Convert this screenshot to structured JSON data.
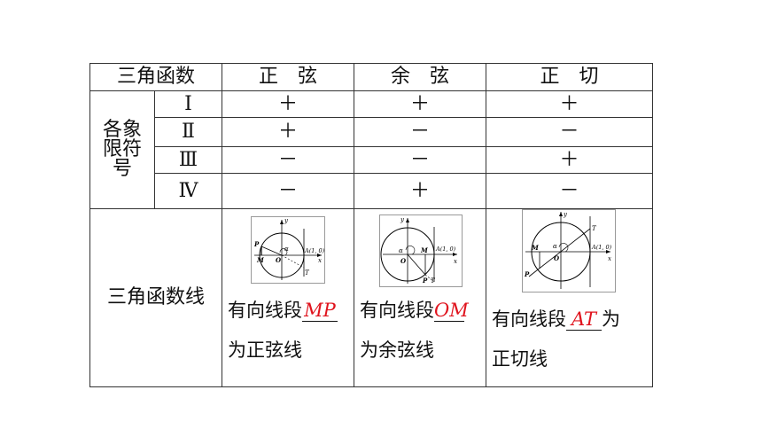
{
  "header": {
    "col0": "三角函数",
    "col_sin": "正　弦",
    "col_cos": "余　弦",
    "col_tan": "正　切"
  },
  "quadrant_label": [
    "各象",
    "限符",
    "号"
  ],
  "rows": [
    {
      "quadrant": "Ⅰ",
      "sin": "＋",
      "cos": "＋",
      "tan": "＋"
    },
    {
      "quadrant": "Ⅱ",
      "sin": "＋",
      "cos": "－",
      "tan": "－"
    },
    {
      "quadrant": "Ⅲ",
      "sin": "－",
      "cos": "－",
      "tan": "＋"
    },
    {
      "quadrant": "Ⅳ",
      "sin": "－",
      "cos": "＋",
      "tan": "－"
    }
  ],
  "lines_row": {
    "label": "三角函数线",
    "sin": {
      "prefix": "有向线段",
      "answer": "MP",
      "line2": "为正弦线"
    },
    "cos": {
      "prefix": "有向线段",
      "answer": "OM",
      "line2": "为余弦线"
    },
    "tan": {
      "prefix": "有向线段",
      "answer": "AT",
      "suffix": "为",
      "line2": "正切线"
    }
  },
  "diagram_labels": {
    "y": "y",
    "x": "x",
    "O": "O",
    "A": "A(1, 0)",
    "M": "M",
    "P": "P",
    "T": "T",
    "alpha": "α"
  },
  "colors": {
    "answer": "#e0141e",
    "border": "#333333"
  }
}
